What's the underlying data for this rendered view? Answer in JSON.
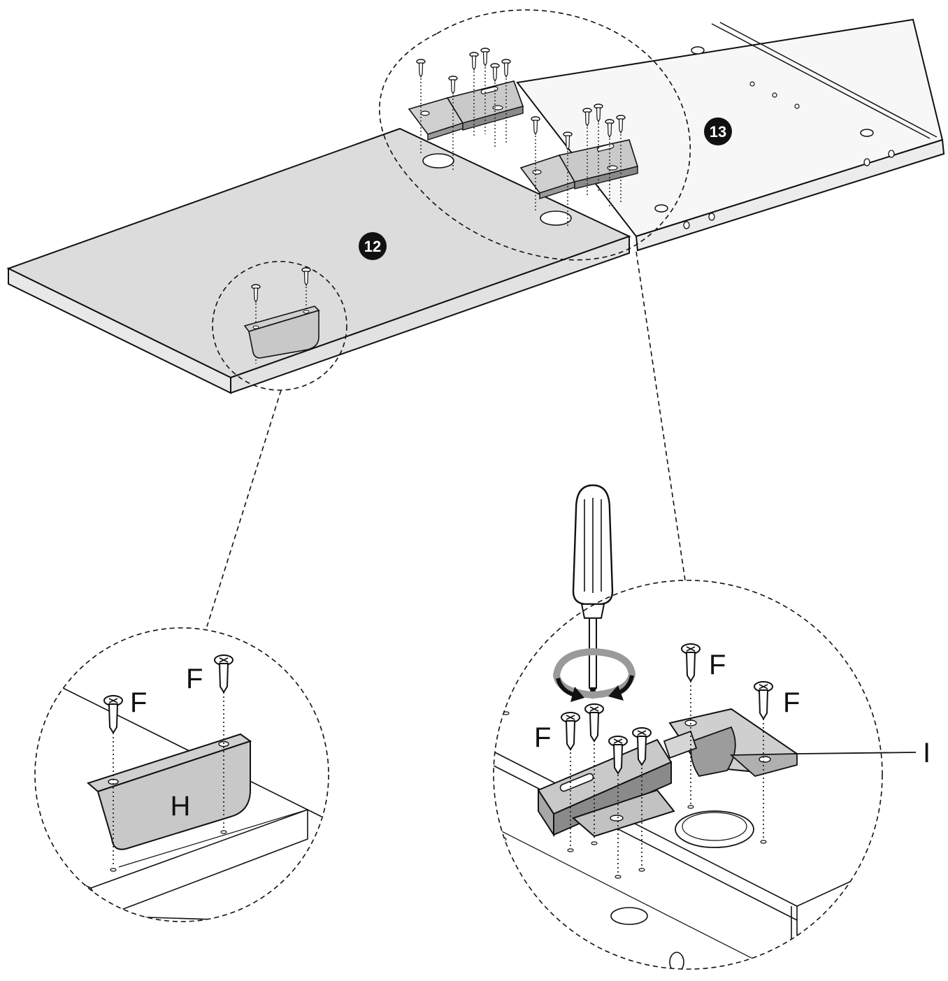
{
  "panels": {
    "panel_a": {
      "number": "12"
    },
    "panel_b": {
      "number": "13"
    }
  },
  "labels": {
    "screw": "F",
    "bracket": "H",
    "hinge": "I"
  },
  "colors": {
    "panel_fill": "#dcdcdc",
    "panel_light": "#f7f7f7",
    "metal": "#c9c9c9",
    "metal_dark": "#8a8a8a",
    "ink": "#111111",
    "badge": "#111111"
  },
  "icons": [
    "screwdriver-icon",
    "rotate-arrows-icon",
    "screw-icon"
  ]
}
